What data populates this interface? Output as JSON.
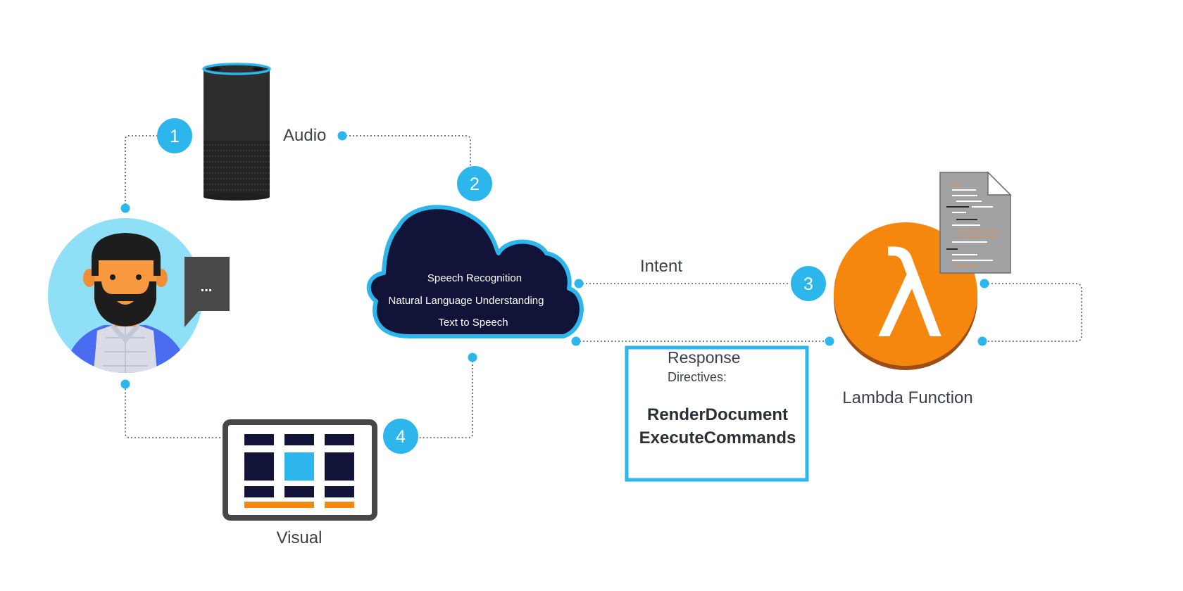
{
  "labels": {
    "audio": "Audio",
    "intent": "Intent",
    "visual": "Visual",
    "lambda": "Lambda Function",
    "response": "Response",
    "directives": "Directives:"
  },
  "speech_bubble": "...",
  "cloud": {
    "lines": [
      "Speech Recognition",
      "Natural Language Understanding",
      "Text to Speech"
    ]
  },
  "steps": [
    "1",
    "2",
    "3",
    "4"
  ],
  "commands": [
    "RenderDocument",
    "ExecuteCommands"
  ],
  "lambda_symbol": "λ",
  "colors": {
    "accent": "#2db6ec",
    "cloud": "#111338",
    "lambda": "#f5870f",
    "lambda_shadow": "#9b4e18",
    "speaker": "#2d2d2d",
    "screen_frame": "#474747",
    "screen_orange": "#f5870f"
  }
}
